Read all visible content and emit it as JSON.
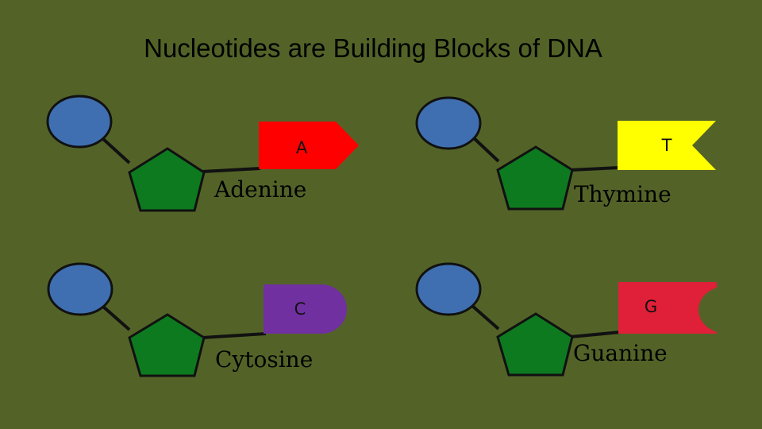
{
  "title": "Nucleotides are Building Blocks of DNA",
  "colors": {
    "background": "#536328",
    "phosphate": "#3f6fb0",
    "sugar": "#0d7a1f",
    "adenine": "#ff0000",
    "thymine": "#ffff00",
    "cytosine": "#7030a0",
    "guanine": "#e01f38"
  },
  "nucleotides": [
    {
      "letter": "A",
      "name": "Adenine"
    },
    {
      "letter": "T",
      "name": "Thymine"
    },
    {
      "letter": "C",
      "name": "Cytosine"
    },
    {
      "letter": "G",
      "name": "Guanine"
    }
  ]
}
